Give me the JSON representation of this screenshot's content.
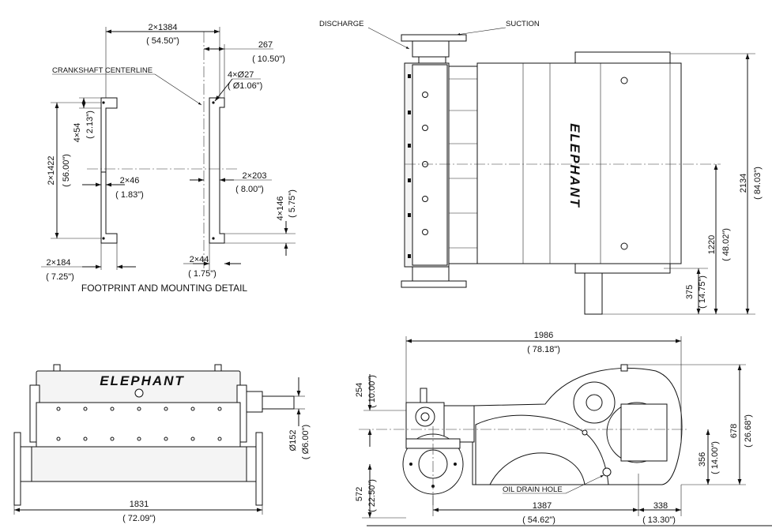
{
  "footprint": {
    "caption": "FOOTPRINT AND MOUNTING DETAIL",
    "crankshaft_label": "CRANKSHAFT CENTERLINE",
    "dims": {
      "w1384": "2×1384",
      "w1384_in": "( 54.50\")",
      "w267": "267",
      "w267_in": "( 10.50\")",
      "holes": "4×Ø27",
      "holes_in": "( Ø1.06\")",
      "h1422": "2×1422",
      "h1422_in": "( 56.00\")",
      "h54": "4×54",
      "h54_in": "( 2.13\")",
      "w46": "2×46",
      "w46_in": "( 1.83\")",
      "w203": "2×203",
      "w203_in": "( 8.00\")",
      "h146": "4×146",
      "h146_in": "( 5.75\")",
      "w184": "2×184",
      "w184_in": "( 7.25\")",
      "w44": "2×44",
      "w44_in": "( 1.75\")"
    }
  },
  "top_view": {
    "discharge_label": "DISCHARGE",
    "suction_label": "SUCTION",
    "brand": "ELEPHANT",
    "dims": {
      "h2134": "2134",
      "h2134_in": "( 84.03\")",
      "h1220": "1220",
      "h1220_in": "( 48.02\")",
      "h375": "375",
      "h375_in": "( 14.75\")"
    }
  },
  "front_view": {
    "brand": "ELEPHANT",
    "dims": {
      "w1831": "1831",
      "w1831_in": "( 72.09\")",
      "d152": "Ø152",
      "d152_in": "( Ø6.00\")"
    }
  },
  "side_view": {
    "oil_drain_label": "OIL DRAIN HOLE",
    "dims": {
      "w1986": "1986",
      "w1986_in": "( 78.18\")",
      "h254": "254",
      "h254_in": "( 10.00\")",
      "h678": "678",
      "h678_in": "( 26.68\")",
      "h356": "356",
      "h356_in": "( 14.00\")",
      "h572": "572",
      "h572_in": "( 22.50\")",
      "w1387": "1387",
      "w1387_in": "( 54.62\")",
      "w338": "338",
      "w338_in": "( 13.30\")"
    }
  }
}
